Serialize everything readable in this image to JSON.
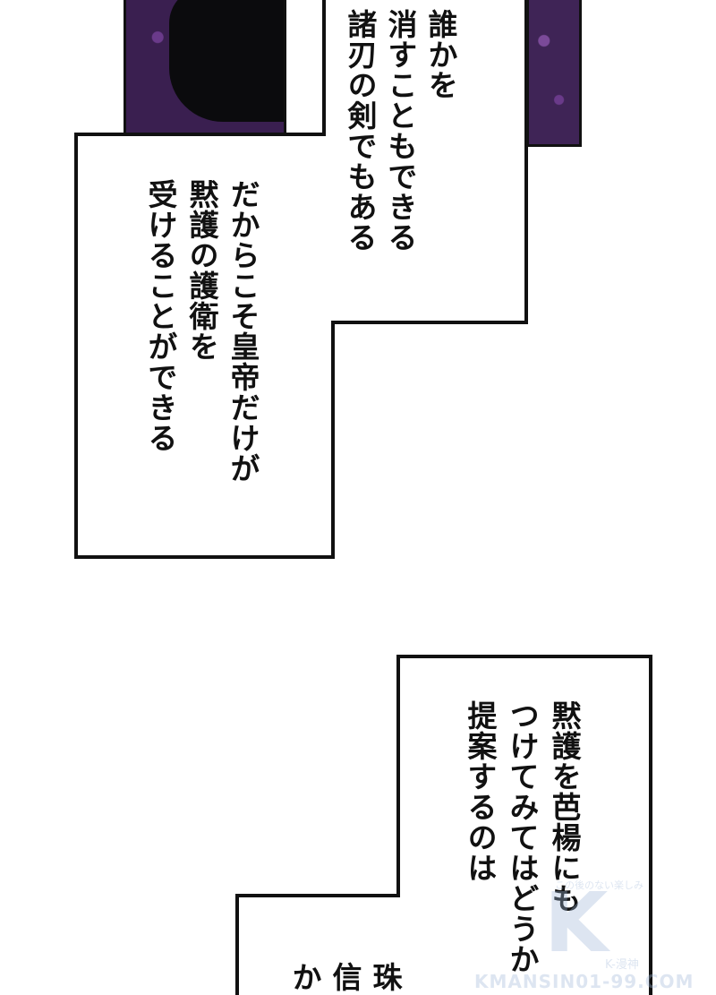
{
  "panel1": {
    "lines": [
      "誰かを",
      "消すこともできる",
      "諸刃の剣でもある"
    ]
  },
  "panel2": {
    "lines": [
      "だからこそ皇帝だけが",
      "黙護の護衛を",
      "受けることができる"
    ]
  },
  "panel3": {
    "lines": [
      "黙護を芭楊にも",
      "つけてみてはどうか",
      "提案するのは"
    ]
  },
  "panel4": {
    "lines": [
      "か",
      "信",
      "珠"
    ]
  },
  "watermark": {
    "top": "この後のない楽しみ",
    "logo": "K",
    "brand": "K-漫神",
    "url": "KMANSIN01-99.COM"
  }
}
